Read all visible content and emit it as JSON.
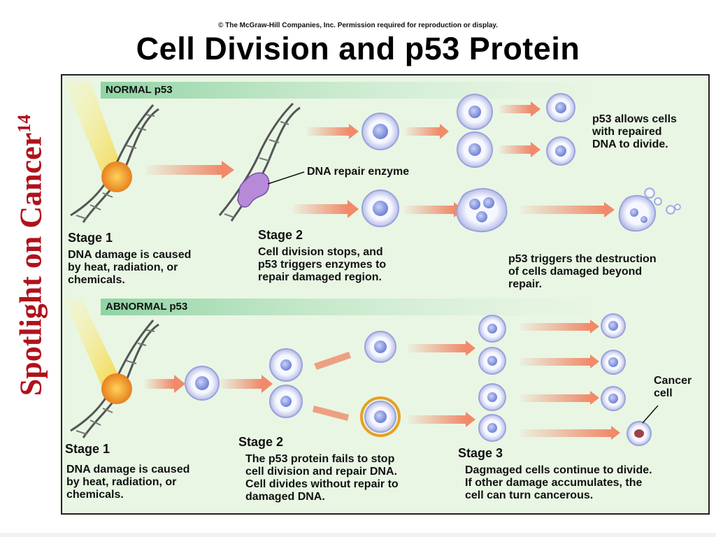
{
  "header": {
    "copyright": "© The McGraw-Hill Companies, Inc. Permission required for reproduction or display.",
    "title": "Cell Division and p53 Protein"
  },
  "sidebar": {
    "text": "Spotlight on Cancer",
    "superscript": "14",
    "color": "#b0121b"
  },
  "normal": {
    "band_label": "NORMAL p53",
    "enzyme_label": "DNA repair enzyme",
    "stage1_title": "Stage 1",
    "stage1_lines": [
      "DNA damage is caused",
      "by heat, radiation, or",
      "chemicals."
    ],
    "stage2_title": "Stage 2",
    "stage2_lines": [
      "Cell division stops, and",
      "p53 triggers enzymes to",
      "repair damaged region."
    ],
    "allows_lines": [
      "p53 allows cells",
      "with repaired",
      "DNA to divide."
    ],
    "destruct_lines": [
      "p53 triggers the destruction",
      "of cells damaged beyond",
      "repair."
    ]
  },
  "abnormal": {
    "band_label": "ABNORMAL p53",
    "stage1_title": "Stage 1",
    "stage1_lines": [
      "DNA damage is caused",
      "by heat, radiation, or",
      "chemicals."
    ],
    "stage2_title": "Stage 2",
    "stage2_lines": [
      "The p53 protein fails to stop",
      "cell division and repair DNA.",
      "Cell divides without repair to",
      "damaged DNA."
    ],
    "stage3_title": "Stage 3",
    "stage3_lines": [
      "Dagmaged cells continue to divide.",
      "If other damage accumulates, the",
      "cell can turn cancerous."
    ],
    "cancer_label_lines": [
      "Cancer",
      "cell"
    ]
  },
  "colors": {
    "panel_bg": "#e9f6e4",
    "band": "#8fd3a3",
    "arrow": "#f08a6a",
    "cell_fill": "#eef0fb",
    "nucleus": "#8f9fe0",
    "repair_enzyme": "#b68ad8",
    "damage": "#f2a33c",
    "cancer_ring": "#e8a020"
  }
}
